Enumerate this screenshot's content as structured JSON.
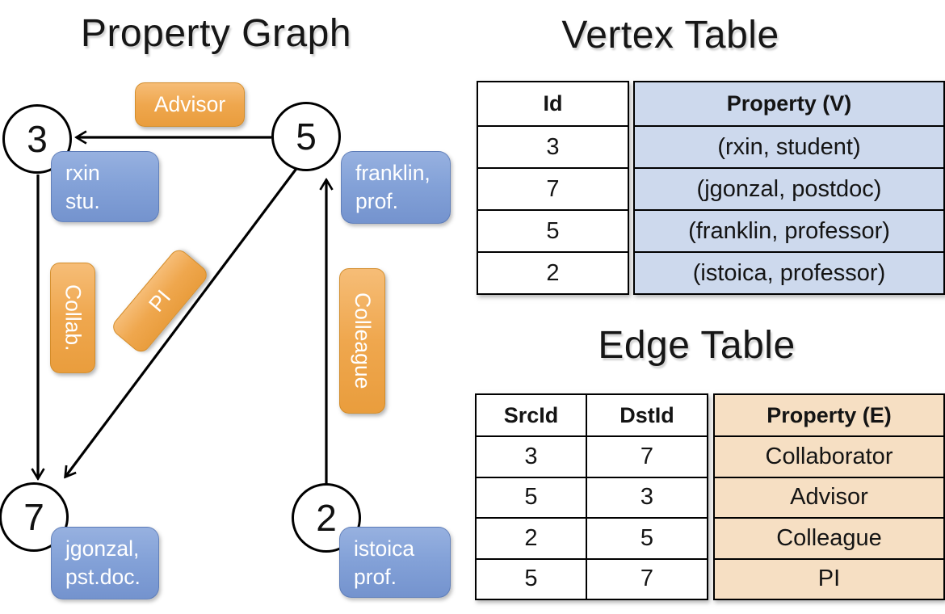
{
  "graph": {
    "title": "Property Graph",
    "nodes": [
      {
        "id": "3"
      },
      {
        "id": "5"
      },
      {
        "id": "7"
      },
      {
        "id": "2"
      }
    ],
    "vertex_labels": [
      {
        "line1": "rxin",
        "line2": "stu."
      },
      {
        "line1": "franklin,",
        "line2": "prof."
      },
      {
        "line1": "jgonzal,",
        "line2": "pst.doc."
      },
      {
        "line1": "istoica",
        "line2": "prof."
      }
    ],
    "edge_labels": [
      {
        "label": "Advisor"
      },
      {
        "label": "Collab."
      },
      {
        "label": "PI"
      },
      {
        "label": "Colleague"
      }
    ]
  },
  "vertex_table": {
    "title": "Vertex Table",
    "columns": [
      "Id",
      "Property (V)"
    ],
    "rows": [
      [
        "3",
        "(rxin, student)"
      ],
      [
        "7",
        "(jgonzal, postdoc)"
      ],
      [
        "5",
        "(franklin, professor)"
      ],
      [
        "2",
        "(istoica, professor)"
      ]
    ]
  },
  "edge_table": {
    "title": "Edge Table",
    "columns": [
      "SrcId",
      "DstId",
      "Property (E)"
    ],
    "rows": [
      [
        "3",
        "7",
        "Collaborator"
      ],
      [
        "5",
        "3",
        "Advisor"
      ],
      [
        "2",
        "5",
        "Colleague"
      ],
      [
        "5",
        "7",
        "PI"
      ]
    ]
  },
  "colors": {
    "edge_label_orange": "#efa74e",
    "vertex_label_blue": "#84a2d8",
    "vertex_table_fill": "#cdd9ed",
    "edge_table_fill": "#f6dfc3",
    "table_border": "#000000",
    "line_black": "#000000",
    "label_text": "#ffffff"
  }
}
